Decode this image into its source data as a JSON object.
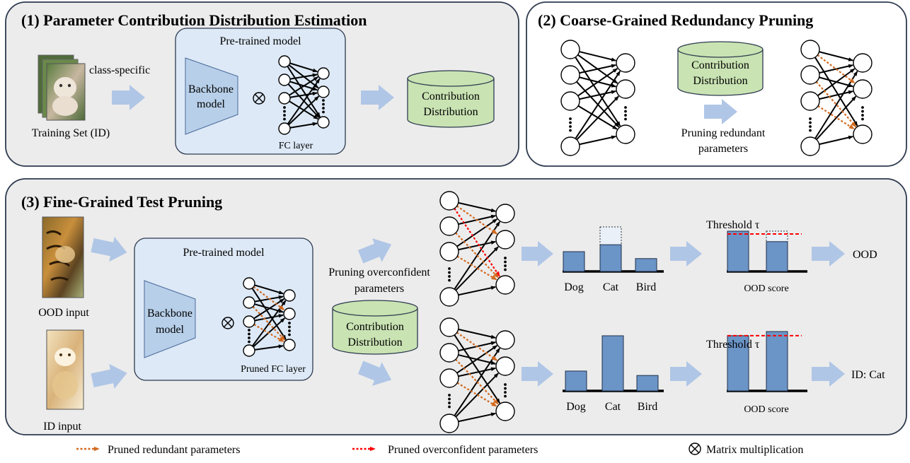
{
  "panel1": {
    "title": "(1) Parameter Contribution Distribution Estimation",
    "class_specific": "class-specific",
    "training_set": "Training Set (ID)",
    "pretrained": "Pre-trained model",
    "backbone_line1": "Backbone",
    "backbone_line2": "model",
    "fc_layer": "FC layer",
    "contrib_line1": "Contribution",
    "contrib_line2": "Distribution"
  },
  "panel2": {
    "title": "(2) Coarse-Grained Redundancy Pruning",
    "contrib_line1": "Contribution",
    "contrib_line2": "Distribution",
    "pruning_line1": "Pruning redundant",
    "pruning_line2": "parameters"
  },
  "panel3": {
    "title": "(3) Fine-Grained Test Pruning",
    "ood_input": "OOD input",
    "id_input": "ID input",
    "pretrained": "Pre-trained model",
    "backbone_line1": "Backbone",
    "backbone_line2": "model",
    "pruned_fc": "Pruned FC layer",
    "overconf_line1": "Pruning overconfident",
    "overconf_line2": "parameters",
    "contrib_line1": "Contribution",
    "contrib_line2": "Distribution",
    "threshold": "Threshold τ",
    "ood_score": "OOD score",
    "result_ood": "OOD",
    "result_id": "ID: Cat",
    "categories": [
      "Dog",
      "Cat",
      "Bird"
    ],
    "ood_class_scores": [
      0.4,
      0.54,
      0.26
    ],
    "ood_cat_before_pruning": 0.9,
    "id_class_scores": [
      0.36,
      1.0,
      0.28
    ],
    "ood_threshold_bars": {
      "threshold": 0.93,
      "before": 1.0,
      "after": 0.74,
      "before_pruning_second": 1.0
    },
    "id_threshold_bars": {
      "threshold": 0.93,
      "first": 0.93,
      "second": 1.0
    }
  },
  "legend": {
    "redundant": "Pruned redundant parameters",
    "overconfident": "Pruned overconfident parameters",
    "matmul": "Matrix multiplication"
  },
  "colors": {
    "panel_bg": "#ececec",
    "panel_border": "#2e3a4f",
    "model_box": "#dde9f6",
    "backbone": "#b7cfe9",
    "cylinder": "#c9e3b3",
    "bar": "#6b94c7",
    "arrow": "#b0c6e6",
    "redundant": "#d2691e",
    "overconfident": "#ff0000"
  }
}
